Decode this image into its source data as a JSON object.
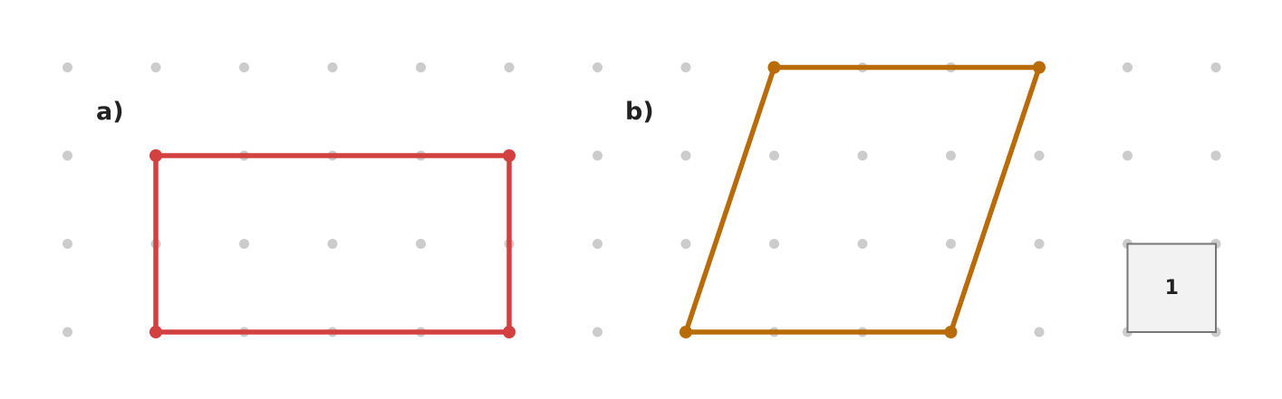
{
  "grid": {
    "cols": 14,
    "rows": 4,
    "dot_color": "#cccccc"
  },
  "shapes": [
    {
      "id": "a",
      "label": "a)",
      "color": "#d34040",
      "vertices": [
        [
          1,
          1
        ],
        [
          5,
          1
        ],
        [
          5,
          3
        ],
        [
          1,
          3
        ]
      ]
    },
    {
      "id": "b",
      "label": "b)",
      "color": "#b96b08",
      "vertices": [
        [
          8,
          0
        ],
        [
          11,
          0
        ],
        [
          10,
          3
        ],
        [
          7,
          3
        ]
      ]
    }
  ],
  "unit_square": {
    "label": "1",
    "corner": [
      12,
      2
    ],
    "fill": "#f2f2f2",
    "stroke": "#777777"
  }
}
